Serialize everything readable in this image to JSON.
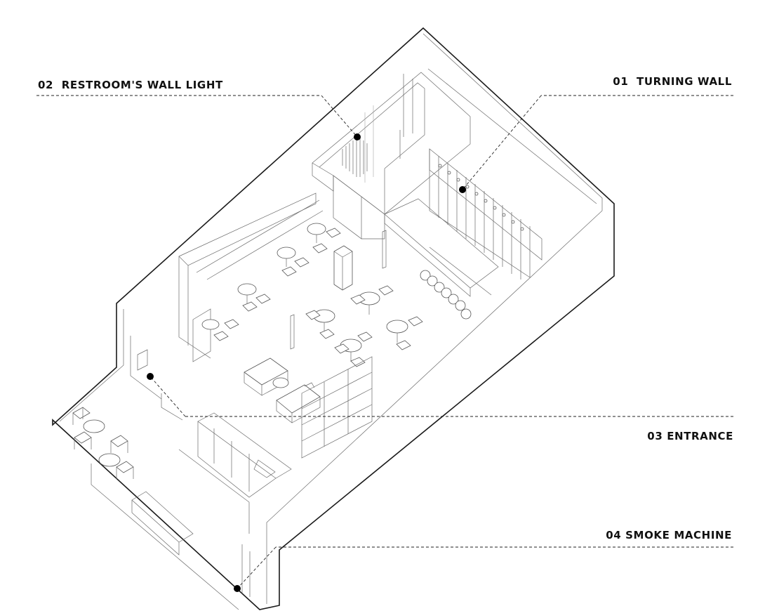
{
  "callouts": [
    {
      "id": "01",
      "label": "01  TURNING WALL"
    },
    {
      "id": "02",
      "label": "02  RESTROOM'S WALL LIGHT"
    },
    {
      "id": "03",
      "label": "03 ENTRANCE"
    },
    {
      "id": "04",
      "label": "04 SMOKE MACHINE"
    }
  ]
}
